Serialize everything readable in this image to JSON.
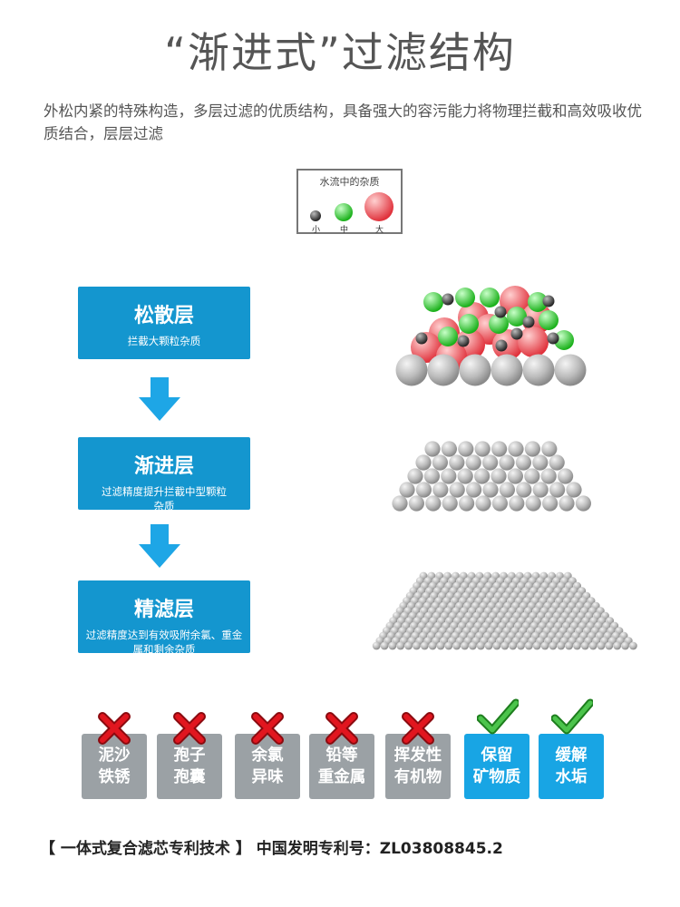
{
  "title": "“渐进式”过滤结构",
  "description": "外松内紧的特殊构造，多层过滤的优质结构，具备强大的容污能力将物理拦截和高效吸收优质结合，层层过滤",
  "legend": {
    "title": "水流中的杂质",
    "items": [
      {
        "label": "小",
        "color": "#444444"
      },
      {
        "label": "中",
        "color": "#3fcf3f"
      },
      {
        "label": "大",
        "color": "#f0505a"
      }
    ]
  },
  "layers": [
    {
      "name": "松散层",
      "desc": "拦截大颗粒杂质"
    },
    {
      "name": "渐进层",
      "desc": "过滤精度提升拦截中型颗粒杂质"
    },
    {
      "name": "精滤层",
      "desc": "过滤精度达到有效吸附余氯、重金属和剩余杂质"
    }
  ],
  "colors": {
    "primary": "#1496cf",
    "arrow": "#1ea6e6",
    "bad": "#9ba1a5",
    "good": "#18a5e4",
    "cross": "#d8141c",
    "check": "#2aa52a"
  },
  "badges": [
    {
      "label": "泥沙铁锈",
      "status": "cross"
    },
    {
      "label": "孢子孢囊",
      "status": "cross"
    },
    {
      "label": "余氯异味",
      "status": "cross"
    },
    {
      "label": "铅等重金属",
      "status": "cross"
    },
    {
      "label": "挥发性有机物",
      "status": "cross"
    },
    {
      "label": "保留矿物质",
      "status": "check"
    },
    {
      "label": "缓解水垢",
      "status": "check"
    }
  ],
  "footer": "【 一体式复合滤芯专利技术 】 中国发明专利号：ZL03808845.2"
}
